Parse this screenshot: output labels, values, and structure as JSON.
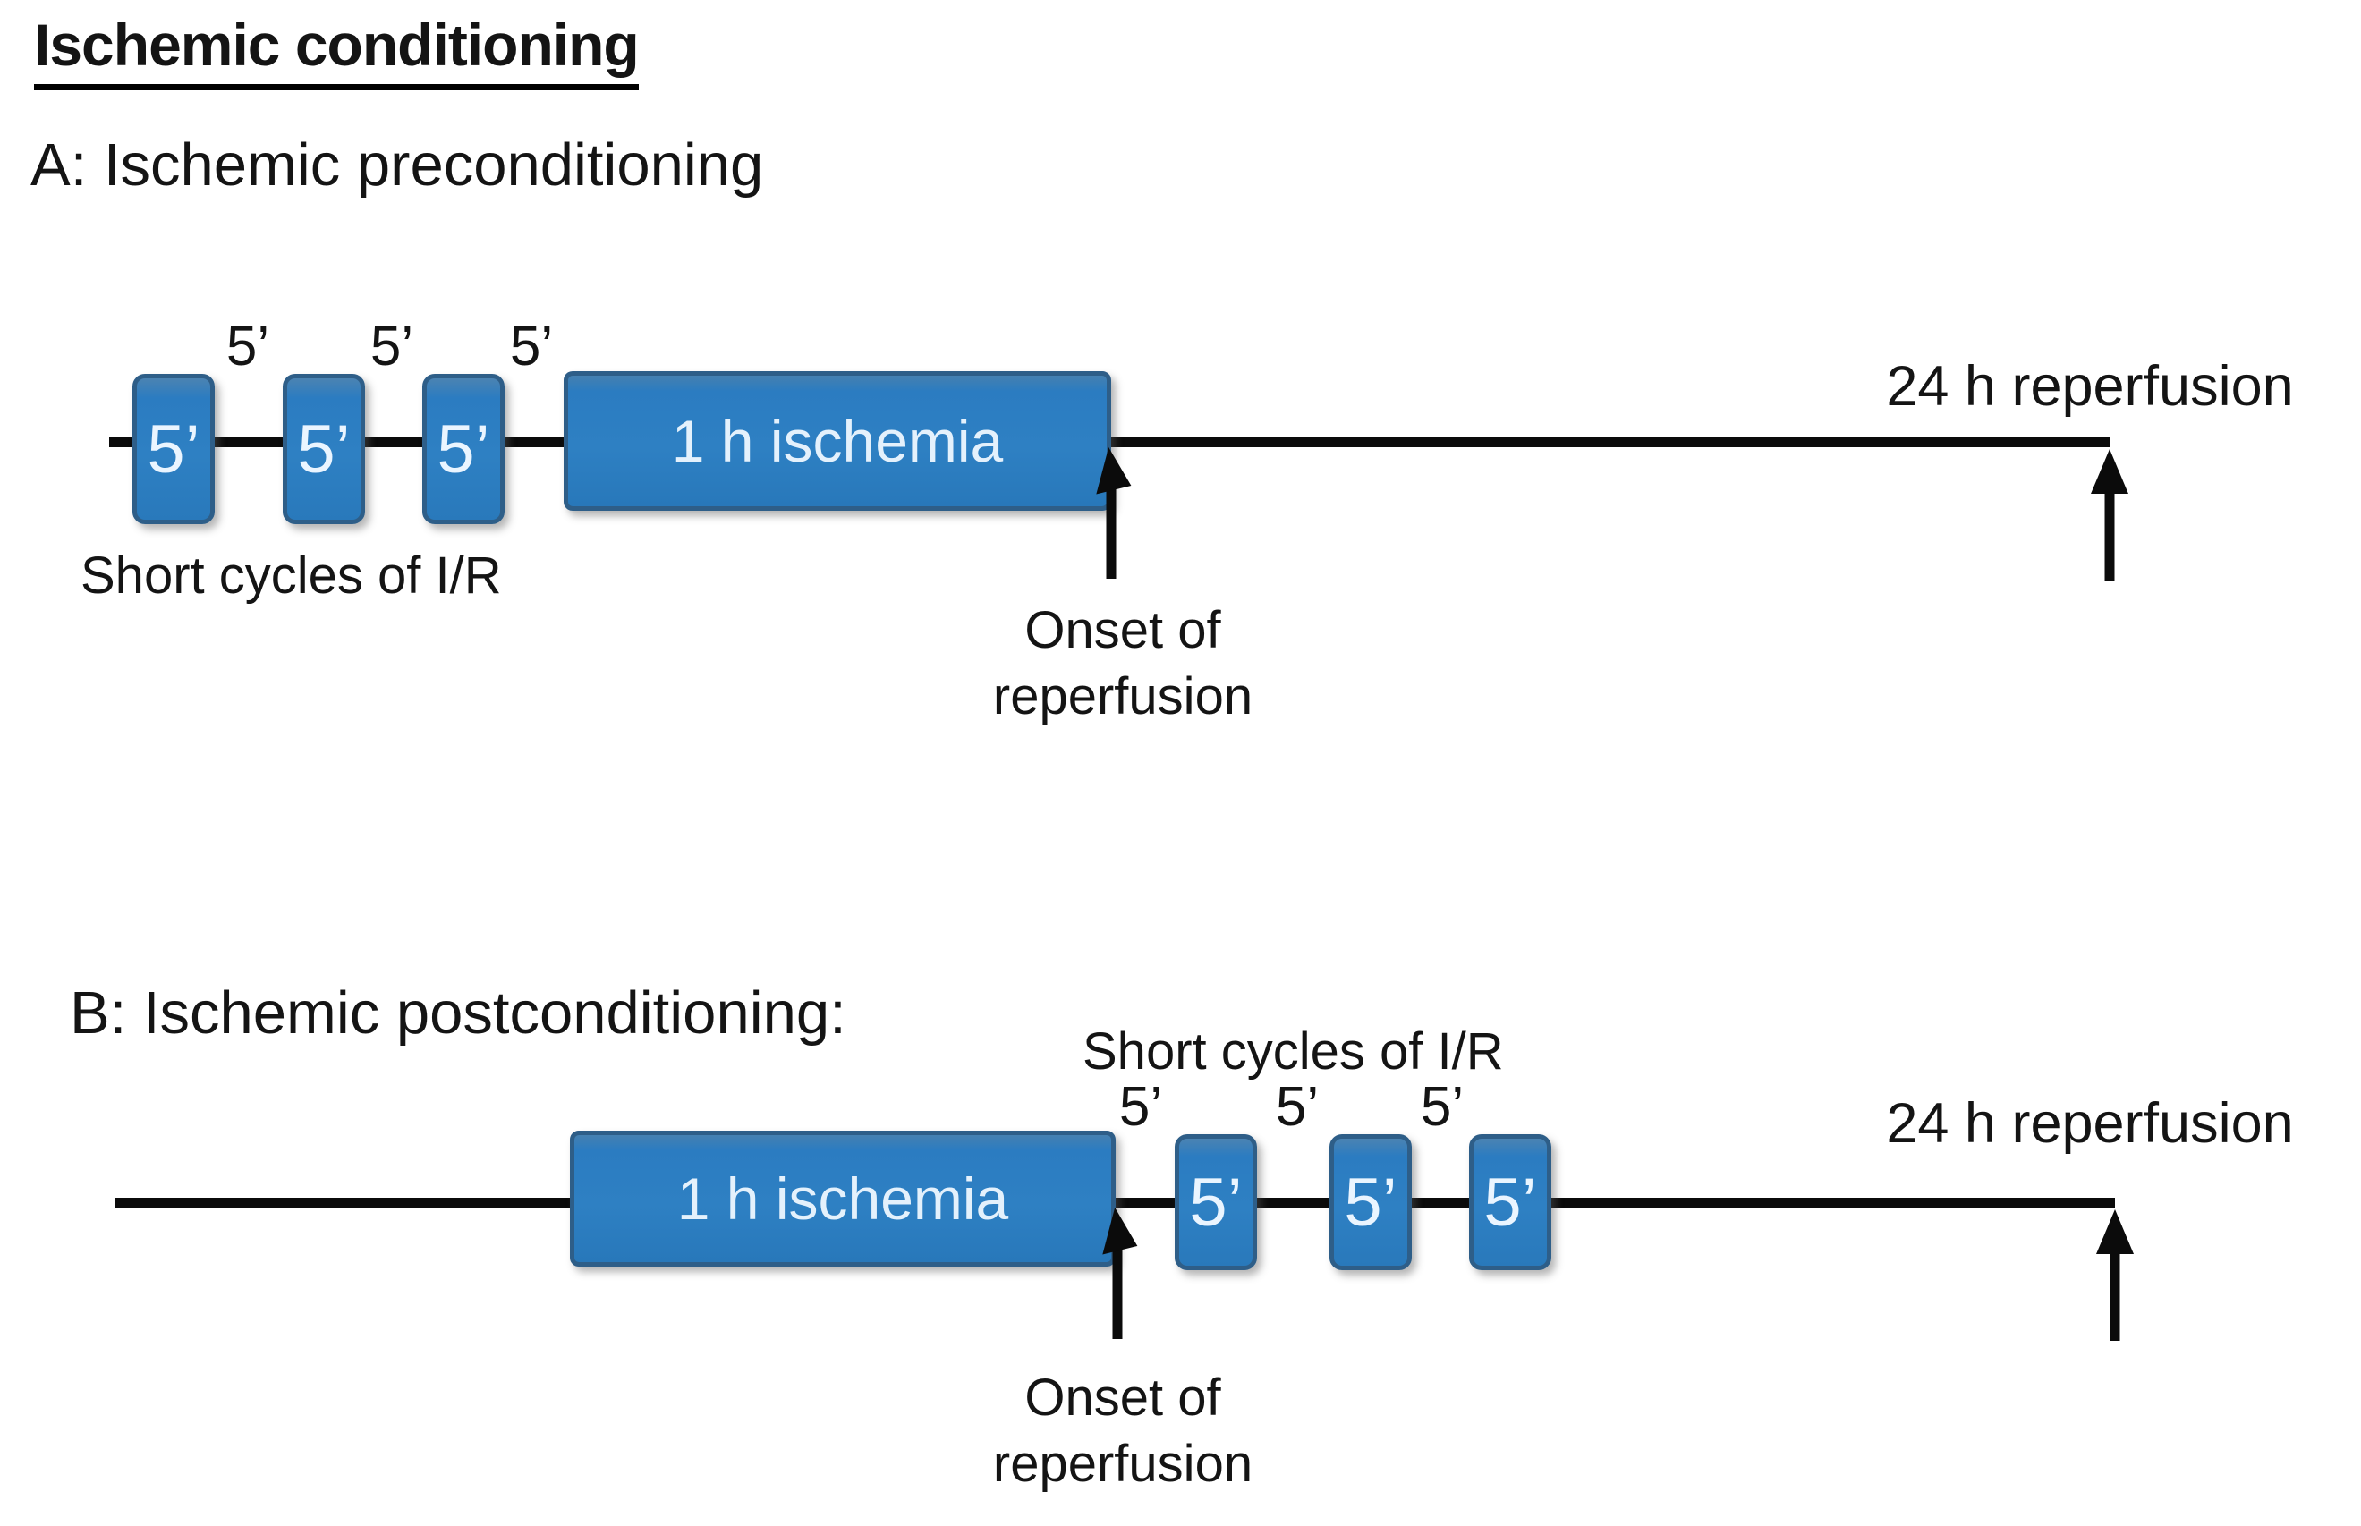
{
  "page": {
    "title": "Ischemic conditioning",
    "colors": {
      "box_fill": "#2e80c3",
      "box_border": "#2e5e88",
      "box_text": "#eaf5ff",
      "line": "#0b0b0b",
      "text": "#141414",
      "background": "#ffffff"
    }
  },
  "panel_a": {
    "heading": "A: Ischemic preconditioning",
    "cycle_boxes": [
      "5’",
      "5’",
      "5’"
    ],
    "gap_labels": [
      "5’",
      "5’",
      "5’"
    ],
    "ischemia_box_label": "1 h ischemia",
    "short_cycles_label": "Short cycles of I/R",
    "onset_line1": "Onset of",
    "onset_line2": "reperfusion",
    "reperfusion_label": "24 h reperfusion"
  },
  "panel_b": {
    "heading": "B: Ischemic postconditioning:",
    "cycle_boxes": [
      "5’",
      "5’",
      "5’"
    ],
    "gap_labels": [
      "5’",
      "5’",
      "5’"
    ],
    "ischemia_box_label": "1 h ischemia",
    "short_cycles_label": "Short cycles of I/R",
    "onset_line1": "Onset of",
    "onset_line2": "reperfusion",
    "reperfusion_label": "24 h reperfusion"
  }
}
